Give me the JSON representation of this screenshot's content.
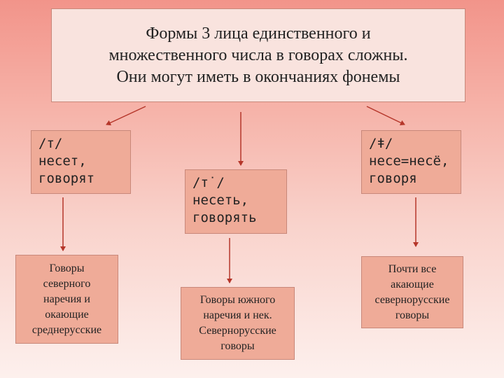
{
  "title": {
    "line1": "Формы 3 лица единственного и",
    "line2": "множественного числа в говорах сложны.",
    "line3": "Они могут иметь в окончаниях фонемы"
  },
  "phonemes": [
    {
      "phoneme": "/т/",
      "examples": [
        "несет,",
        "говорят"
      ]
    },
    {
      "phoneme": "/т˙/",
      "examples": [
        "несеть,",
        "говорять"
      ]
    },
    {
      "phoneme": "/ǂ/",
      "examples": [
        "несе=несё,",
        "говоря"
      ]
    }
  ],
  "dialects": [
    {
      "lines": [
        "Говоры",
        "северного",
        "наречия и",
        "окающие",
        "среднерусские"
      ]
    },
    {
      "lines": [
        "Говоры южного",
        "наречия и нек.",
        "Севернорусские",
        "говоры"
      ]
    },
    {
      "lines": [
        "Почти все",
        "акающие",
        "севернорусские",
        "говоры"
      ]
    }
  ],
  "colors": {
    "arrow": "#b5362a",
    "box_fill": "#efab98",
    "title_fill": "#f9e3de"
  }
}
